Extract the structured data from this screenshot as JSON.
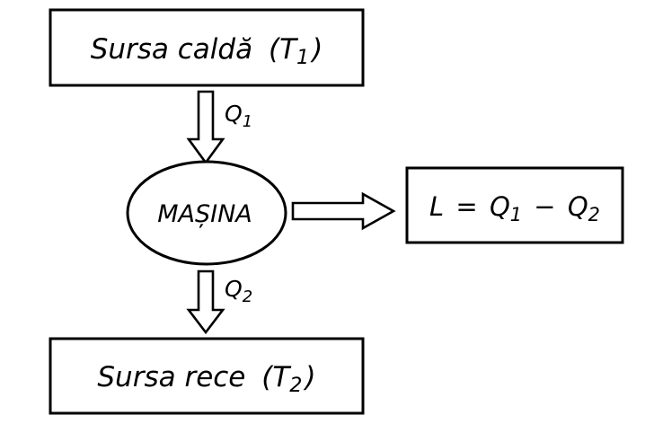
{
  "hot_source": {
    "name": "Sursa caldă",
    "temp_symbol": "T",
    "temp_index": "1"
  },
  "cold_source": {
    "name": "Sursa rece",
    "temp_symbol": "T",
    "temp_index": "2"
  },
  "machine": {
    "label": "MAȘINA"
  },
  "heat_in": {
    "symbol": "Q",
    "index": "1"
  },
  "heat_out": {
    "symbol": "Q",
    "index": "2"
  },
  "work": {
    "lhs": "L",
    "equals": "=",
    "term1": "Q",
    "term1_index": "1",
    "minus": "−",
    "term2": "Q",
    "term2_index": "2"
  }
}
